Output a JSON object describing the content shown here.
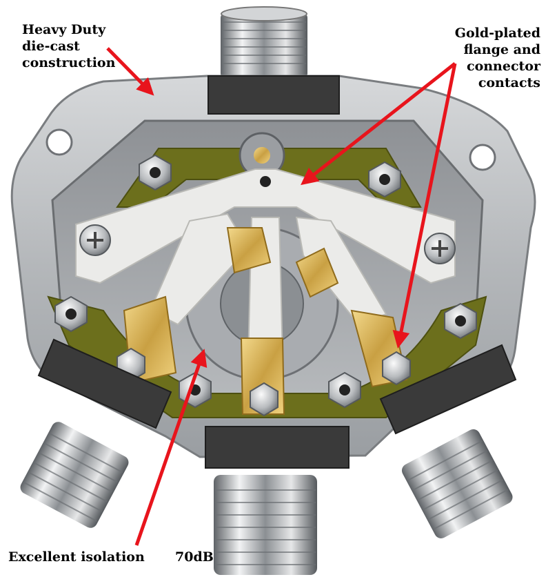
{
  "annotations": {
    "heavy_duty": [
      "Heavy Duty",
      "die-cast",
      "construction"
    ],
    "gold_plated": [
      "Gold-plated",
      "flange and",
      "connector",
      "contacts"
    ],
    "isolation": "Excellent isolation",
    "isolation_value": "70dB"
  },
  "colors": {
    "arrow": "#e8141c",
    "casting": "#b9bcc0",
    "pcb": "#6c6f1c",
    "gasket": "#3a3a3a",
    "gold": "#d8b25a",
    "insulator": "#ebebe9"
  },
  "icons": [
    "arrow-icon",
    "connector-icon",
    "nut-icon",
    "screw-icon"
  ]
}
